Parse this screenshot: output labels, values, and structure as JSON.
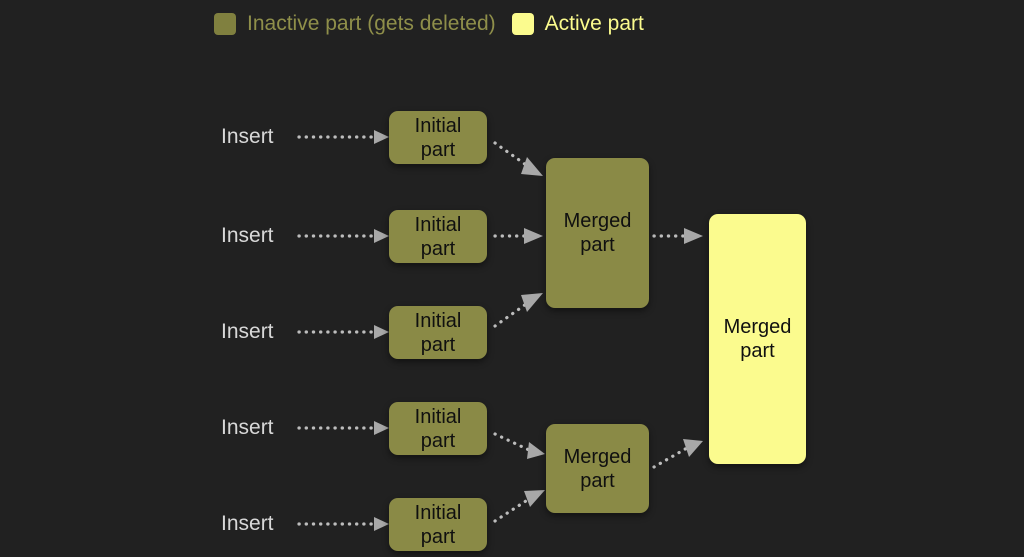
{
  "legend": {
    "items": [
      {
        "label": "Inactive part (gets deleted)",
        "swatch": "inactive",
        "color": "#80803f"
      },
      {
        "label": "Active part",
        "swatch": "active",
        "color": "#fbfb8e"
      }
    ]
  },
  "colors": {
    "background": "#212121",
    "inactive_fill": "#8a8a46",
    "active_fill": "#fbfb8e",
    "node_text": "#101010",
    "insert_text": "#d8d8d8",
    "arrow": "#b4b4b4"
  },
  "inserts": [
    {
      "label": "Insert"
    },
    {
      "label": "Insert"
    },
    {
      "label": "Insert"
    },
    {
      "label": "Insert"
    },
    {
      "label": "Insert"
    }
  ],
  "initial_parts": [
    {
      "label": "Initial\npart",
      "state": "inactive"
    },
    {
      "label": "Initial\npart",
      "state": "inactive"
    },
    {
      "label": "Initial\npart",
      "state": "inactive"
    },
    {
      "label": "Initial\npart",
      "state": "inactive"
    },
    {
      "label": "Initial\npart",
      "state": "inactive"
    }
  ],
  "merged_parts": [
    {
      "label": "Merged\npart",
      "state": "inactive"
    },
    {
      "label": "Merged\npart",
      "state": "inactive"
    }
  ],
  "final_part": {
    "label": "Merged\npart",
    "state": "active"
  }
}
